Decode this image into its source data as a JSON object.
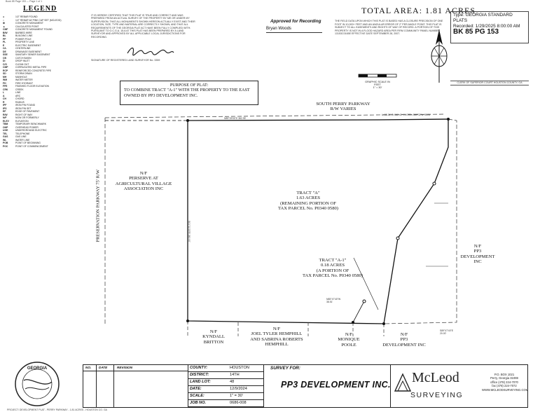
{
  "header": {
    "file_ref": "Book 85 Page 153 — Page 1 of 1"
  },
  "legend": {
    "title": "LEGEND",
    "items": [
      {
        "k": "●",
        "v": "1/2\" REBAR FOUND"
      },
      {
        "k": "○",
        "v": "1/2\" REBAR W/ PINK CAP SET (MCLEOD)"
      },
      {
        "k": "⊕",
        "v": "CONCRETE MONUMENT"
      },
      {
        "k": "▲",
        "v": "CALCULATED POINT"
      },
      {
        "k": "CMF",
        "v": "CONCRETE MONUMENT FOUND"
      },
      {
        "k": "B/W",
        "v": "BARBED WIRE"
      },
      {
        "k": "BL",
        "v": "BUILDING LINE"
      },
      {
        "k": "PP",
        "v": "POWER POLE"
      },
      {
        "k": "PL",
        "v": "PROPERTY LINE"
      },
      {
        "k": "E",
        "v": "ELECTRIC EASEMENT"
      },
      {
        "k": "C/L",
        "v": "CENTERLINE"
      },
      {
        "k": "DE",
        "v": "DRAINAGE EASEMENT"
      },
      {
        "k": "SSE",
        "v": "SANITARY SEWER EASEMENT"
      },
      {
        "k": "CB",
        "v": "CATCH BASIN"
      },
      {
        "k": "DI",
        "v": "DROP INLET"
      },
      {
        "k": "C/O",
        "v": "CLEAN OUT"
      },
      {
        "k": "CMP",
        "v": "CORRUGATED METAL PIPE"
      },
      {
        "k": "RCP",
        "v": "REINFORCED CONCRETE PIPE"
      },
      {
        "k": "SD",
        "v": "STORM DRAIN"
      },
      {
        "k": "MH",
        "v": "MANHOLE"
      },
      {
        "k": "WM",
        "v": "WATER METER"
      },
      {
        "k": "FH",
        "v": "FIRE HYDRANT"
      },
      {
        "k": "FFE",
        "v": "FINISHED FLOOR ELEVATION"
      },
      {
        "k": "CRK",
        "v": "CREEK"
      },
      {
        "k": "L",
        "v": "LINE"
      },
      {
        "k": "A",
        "v": "ARC"
      },
      {
        "k": "CH",
        "v": "CHORD"
      },
      {
        "k": "R",
        "v": "RADIUS"
      },
      {
        "k": "IPF",
        "v": "IRON PIN FOUND"
      },
      {
        "k": "IPS",
        "v": "IRON PIN SET"
      },
      {
        "k": "EP",
        "v": "EDGE OF PAVEMENT"
      },
      {
        "k": "R/W",
        "v": "RIGHT OF WAY"
      },
      {
        "k": "N/F",
        "v": "NOW OR FORMERLY"
      },
      {
        "k": "ELEV",
        "v": "ELEVATION"
      },
      {
        "k": "TBM",
        "v": "TEMPORARY BENCHMARK"
      },
      {
        "k": "OHP",
        "v": "OVERHEAD POWER"
      },
      {
        "k": "UGE",
        "v": "UNDERGROUND ELECTRIC"
      },
      {
        "k": "TEL",
        "v": "TELEPHONE"
      },
      {
        "k": "GAS",
        "v": "GAS LINE"
      },
      {
        "k": "WL",
        "v": "WATER LINE"
      },
      {
        "k": "POB",
        "v": "POINT OF BEGINNING"
      },
      {
        "k": "POC",
        "v": "POINT OF COMMENCEMENT"
      }
    ]
  },
  "notes": {
    "left": "IT IS HEREBY CERTIFIED THAT THIS PLAT IS TRUE AND CORRECT AND WAS PREPARED FROM AN ACTUAL SURVEY OF THE PROPERTY BY ME OR UNDER MY SUPERVISION; THAT ALL MONUMENTS SHOWN HEREON ACTUALLY EXIST AND THEIR LOCATION, SIZE, TYPE AND MATERIAL ARE CORRECTLY SHOWN; AND THAT ALL REQUIREMENTS OF THE GEORGIA PLAT ACT HAVE BEEN FULLY COMPLIED WITH. PURSUANT TO O.C.G.A. 15-6-67 THIS PLAT HAS BEEN PREPARED BY A LAND SURVEYOR AND APPROVED BY ALL APPLICABLE LOCAL JURISDICTIONS FOR RECORDING.",
    "sig_caption": "SIGNATURE OF REGISTERED LAND SURVEYOR No. 3359"
  },
  "notes_right": {
    "text": "THE FIELD DATA UPON WHICH THIS PLAT IS BASED HAS A CLOSURE PRECISION OF ONE FOOT IN 10,000+ FEET AND AN ANGULAR ERROR OF 2\" PER ANGLE POINT. THIS PLAT IS SUBJECT TO ALL EASEMENTS AND RIGHTS OF WAY OF RECORD. A PORTION OF THIS PROPERTY IS NOT IN A FLOOD HAZARD AREA PER FIRM COMMUNITY PANEL NUMBER 13153C0165E EFFECTIVE DATE SEPTEMBER 28, 2007."
  },
  "total_area": "TOTAL AREA: 1.81 ACRES",
  "recording": {
    "type": "Type: GEORGIA STANDARD PLATS",
    "recorded": "Recorded: 1/29/2025 8:00:00 AM",
    "bk_pg": "BK 85 PG 153",
    "clerk": "CLERK OF SUPERIOR COURT HOUSTON COUNTY, GA"
  },
  "approval": {
    "label": "Approved for Recording",
    "name": "Bryan Woods"
  },
  "purpose": {
    "title": "PURPOSE OF PLAT:",
    "text": "TO COMBINE TRACT \"A-1\" WITH THE PROPERTY TO THE EAST OWNED BY PP3 DEVELOPMENT INC."
  },
  "scale_bar": {
    "label": "GRAPHIC SCALE IN FEET",
    "scale": "1\" = 30'"
  },
  "plat": {
    "road_top": "SOUTH PERRY PARKWAY",
    "road_top2": "R/W VARIES",
    "road_left": "PRESERVATION PARKWAY 75' R/W",
    "tract_a": [
      "TRACT \"A\"",
      "1.63 ACRES",
      "(REMAINING PORTION OF",
      "TAX PARCEL No. P0340 0580)"
    ],
    "tract_a1": [
      "TRACT \"A-1\"",
      "0.18 ACRES",
      "(A PORTION OF",
      "TAX PARCEL No. P0340 0580)"
    ],
    "west_owner": [
      "N/F",
      "PERSERVE AT",
      "AGRICULTURAL VILLAGE",
      "ASSOCIATION INC"
    ],
    "east_owner": [
      "N/F",
      "PP3",
      "DEVELOPMENT INC"
    ],
    "south_owners": [
      [
        "N/F",
        "KYNDALL",
        "BRITTON"
      ],
      [
        "N/F",
        "JOEL TYLER HEMPHILL",
        "AND SABRINA ROBERTS",
        "HEMPHILL"
      ],
      [
        "N/F",
        "MONIQUE",
        "POOLE"
      ],
      [
        "N/F",
        "PP3",
        "DEVELOPMENT INC"
      ]
    ],
    "top_bearing": "N89°09'00\"E",
    "top_dist": "362.95'",
    "curve_note": "L=95.26' R=962.40' CHORD=S89°32'W 95.24'",
    "west_bearing": "S01°11'15\"E",
    "west_dist": "260.00'",
    "a1_bearing": "N85°47'40\"W",
    "a1_dist": "38.51'",
    "se_bearing": "S89°47'40\"E",
    "se_dist": "20.00'"
  },
  "title_block": {
    "col_no": "NO.",
    "col_date": "DATE",
    "col_rev": "REVISION",
    "rows": [
      {
        "k": "COUNTY:",
        "v": "HOUSTON"
      },
      {
        "k": "DISTRICT:",
        "v": "14TH"
      },
      {
        "k": "LAND LOT:",
        "v": "48"
      },
      {
        "k": "DATE:",
        "v": "12/9/2024"
      },
      {
        "k": "SCALE:",
        "v": "1\" = 30'"
      },
      {
        "k": "JOB NO.",
        "v": "0686-008"
      }
    ],
    "survey_for": "SURVEY FOR:",
    "client": "PP3 DEVELOPMENT INC.",
    "company": "McLeod",
    "company_sub": "SURVEYING",
    "contact": [
      "P.O. BOX 1021",
      "Perry, Georgia 31069",
      "office (478) 224-7070",
      "fax (478) 224-7072",
      "WWW.MCLEODSURVEYING.COM"
    ],
    "seal_text": "GEORGIA"
  },
  "footer": "PROJECT: DEVELOPMENT PLAT - PERRY PARKWAY - 1.81 ACRES - HOUSTON CO. GA"
}
